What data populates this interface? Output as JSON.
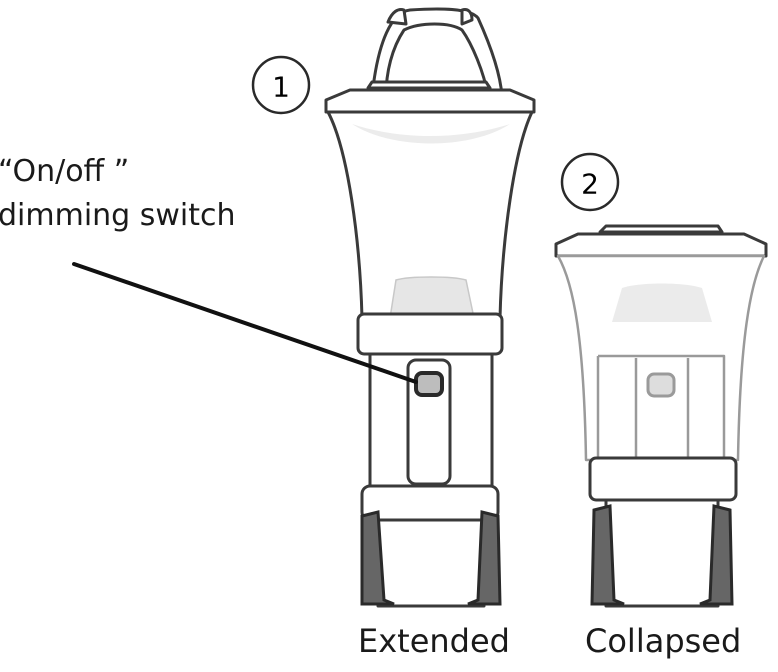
{
  "labels": {
    "switch_line1": "“On/off ”",
    "switch_line2": "dimming switch",
    "extended": "Extended",
    "collapsed": "Collapsed"
  },
  "markers": {
    "one": "1",
    "two": "2"
  },
  "colors": {
    "outline": "#3a3a3a",
    "light_outline": "#9a9a9a",
    "fill": "#ffffff",
    "shade": "#e8e8e8",
    "dark_leg": "#555555"
  }
}
